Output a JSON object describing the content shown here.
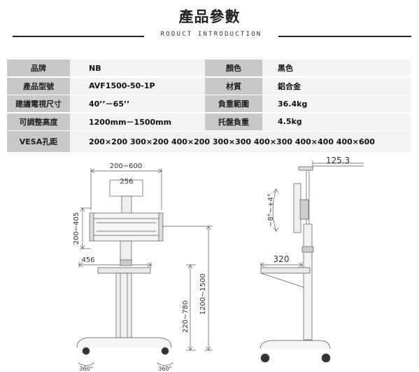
{
  "header": {
    "title": "產品參數",
    "subtitle": "RODUCT INTRODUCTION"
  },
  "specs": [
    {
      "label1": "品牌",
      "value1": "NB",
      "label2": "顏色",
      "value2": "黑色"
    },
    {
      "label1": "產品型號",
      "value1": "AVF1500-50-1P",
      "label2": "材質",
      "value2": "鋁合金"
    },
    {
      "label1": "建議電視尺寸",
      "value1": "40’’－65’’",
      "label2": "負重範圍",
      "value2": "36.4kg"
    },
    {
      "label1": "可調整高度",
      "value1": "1200mm－1500mm",
      "label2": "托盤負重",
      "value2": "4.5kg"
    }
  ],
  "vesa": {
    "label": "VESA孔距",
    "value": "200×200 300×200 400×200 300×300 400×300 400×400 400×600"
  },
  "diagram": {
    "front": {
      "dim_width": "200~600",
      "dim_mount": "256",
      "dim_height": "200~405",
      "dim_tray": "456",
      "dim_base": "220~780",
      "dim_total": "1200~1500",
      "rot_left": "360°",
      "rot_right": "360°"
    },
    "side": {
      "dim_top": "125.3",
      "dim_tilt": "−8°~+4°",
      "dim_tray": "320"
    }
  }
}
